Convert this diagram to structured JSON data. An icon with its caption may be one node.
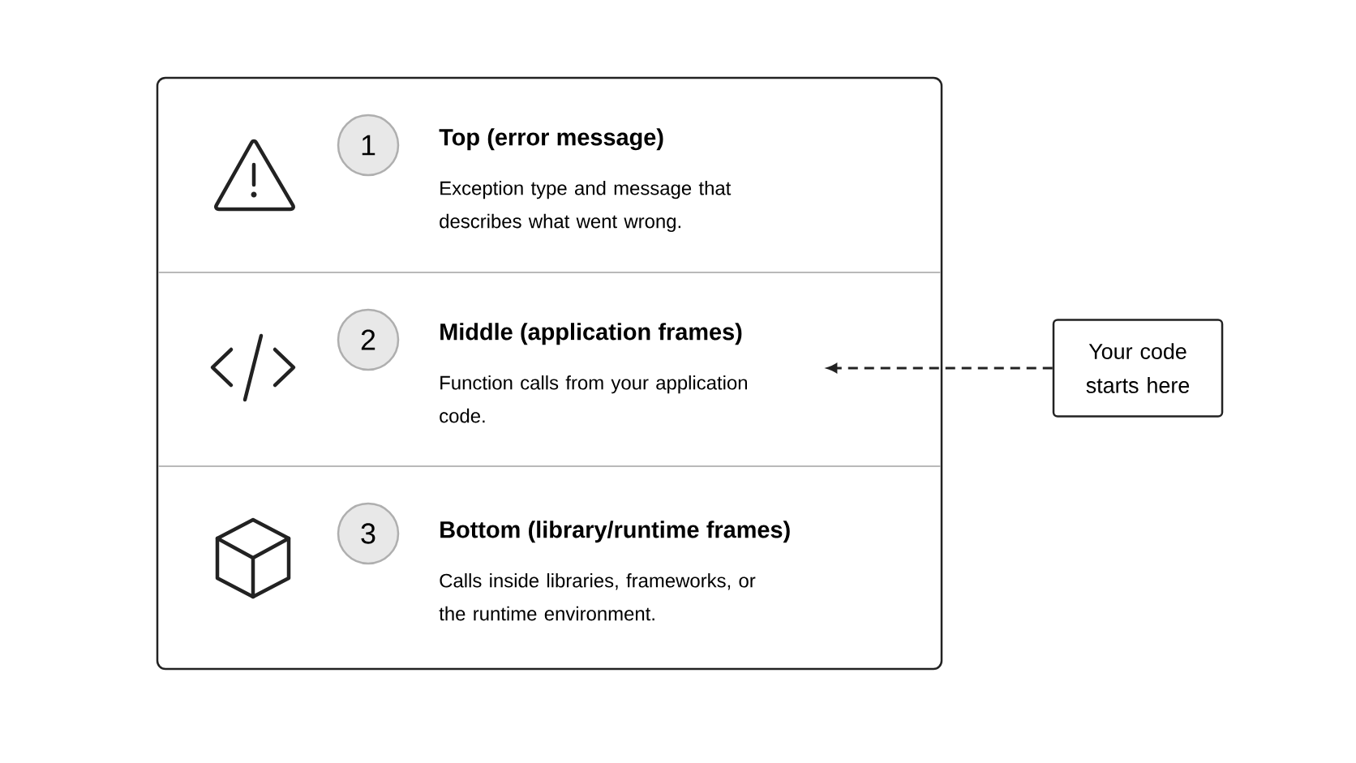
{
  "diagram": {
    "nodes": [
      {
        "text": [
          "1"
        ]
      },
      {
        "text": [
          "Top (error message)",
          "Exception type and message that describes what went wrong."
        ]
      },
      {
        "text": [
          "2"
        ]
      },
      {
        "text": [
          "Middle (application frames)",
          "Function calls from your application code."
        ]
      },
      {
        "text": [
          "3"
        ]
      },
      {
        "text": [
          "Bottom (library/runtime frames)",
          "Calls inside libraries, frameworks, or the runtime environment."
        ]
      },
      {
        "text": [
          "Your code starts here"
        ]
      }
    ],
    "edges": [
      {
        "from": 6,
        "to": 3,
        "arrow": "to",
        "style": "dashed"
      }
    ]
  }
}
